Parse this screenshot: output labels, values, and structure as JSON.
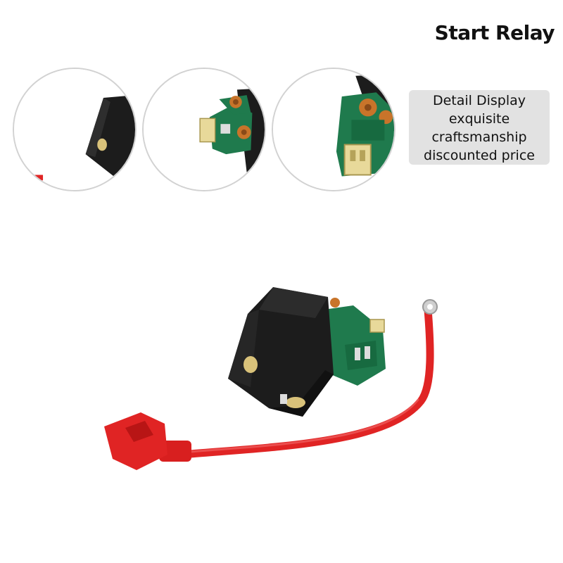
{
  "title": "Start Relay",
  "detail": {
    "lines": [
      "Detail Display",
      "exquisite",
      "craftsmanship",
      "discounted price"
    ]
  },
  "colors": {
    "relay_body": "#1c1c1c",
    "terminal_block": "#1f7a4d",
    "cable": "#e02424",
    "copper": "#c8742a",
    "coil": "#d9c27a",
    "detail_box_bg": "#e2e2e2"
  },
  "icons": {
    "closeup_1": "relay-housing-closeup",
    "closeup_2": "relay-terminals-closeup",
    "closeup_3": "relay-connector-closeup",
    "main": "start-relay-with-cable"
  }
}
